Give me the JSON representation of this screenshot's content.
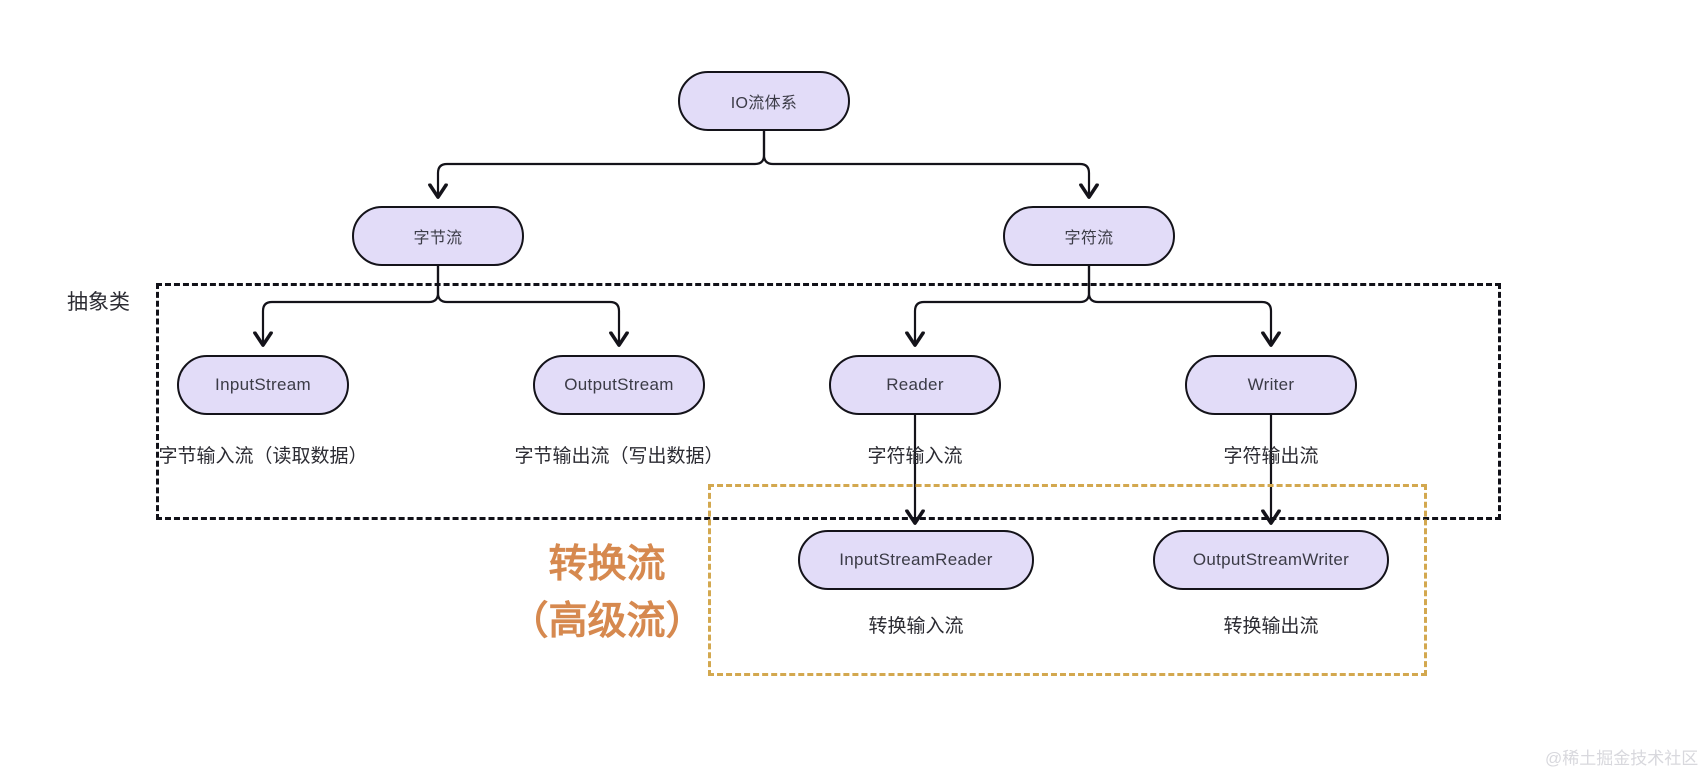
{
  "diagram": {
    "title_root": "IO流体系",
    "nodes": {
      "root": {
        "label": "IO流体系"
      },
      "byte_stream": {
        "label": "字节流"
      },
      "char_stream": {
        "label": "字符流"
      },
      "input_stream": {
        "label": "InputStream"
      },
      "output_stream": {
        "label": "OutputStream"
      },
      "reader": {
        "label": "Reader"
      },
      "writer": {
        "label": "Writer"
      },
      "input_stream_reader": {
        "label": "InputStreamReader"
      },
      "output_stream_writer": {
        "label": "OutputStreamWriter"
      }
    },
    "captions": {
      "input_stream": "字节输入流（读取数据）",
      "output_stream": "字节输出流（写出数据）",
      "reader": "字符输入流",
      "writer": "字符输出流",
      "input_stream_reader": "转换输入流",
      "output_stream_writer": "转换输出流"
    },
    "groups": {
      "abstract_label": "抽象类",
      "convert_label_line1": "转换流",
      "convert_label_line2": "（高级流）"
    },
    "watermark": "@稀土掘金技术社区",
    "colors": {
      "node_fill": "#E2DCF8",
      "node_stroke": "#14131a",
      "abstract_box_stroke": "#111118",
      "convert_box_stroke": "#d3a84f",
      "convert_text": "#d6894f",
      "watermark": "#d8d8dd"
    }
  }
}
